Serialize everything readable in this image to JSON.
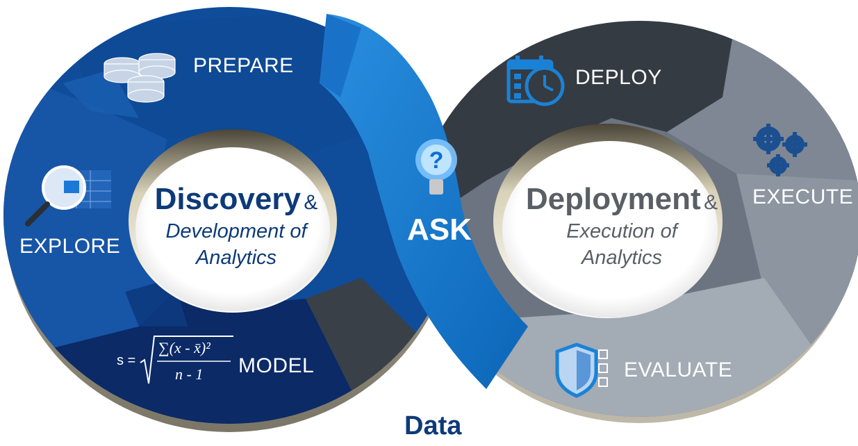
{
  "colors": {
    "discovery_dark": "#0b2a66",
    "discovery_mid": "#0f4c9a",
    "discovery_light": "#1c63b8",
    "ask_blue": "#1a82d6",
    "deploy_dark": "#353b42",
    "deploy_mid": "#6b7480",
    "deploy_light": "#9aa3ae",
    "title_blue": "#0d3a78",
    "title_gray": "#5a5f66"
  },
  "left_loop": {
    "title": "Discovery",
    "amp": "&",
    "subtitle_line1": "Development of",
    "subtitle_line2": "Analytics",
    "stages": {
      "prepare": "PREPARE",
      "explore": "EXPLORE",
      "model": "MODEL"
    }
  },
  "right_loop": {
    "title": "Deployment",
    "amp": "&",
    "subtitle_line1": "Execution of",
    "subtitle_line2": "Analytics",
    "stages": {
      "deploy": "DEPLOY",
      "execute": "EXECUTE",
      "evaluate": "EVALUATE"
    }
  },
  "center": {
    "ask": "ASK"
  },
  "formula": {
    "lhs": "s =",
    "numerator": "∑(x - x̄)²",
    "denominator": "n - 1"
  },
  "footer": {
    "data_label": "Data"
  },
  "icons": {
    "prepare": "database-icon",
    "explore": "magnifier-grid-icon",
    "deploy": "calendar-clock-icon",
    "execute": "gears-icon",
    "evaluate": "shield-checklist-icon",
    "ask": "lightbulb-question-icon"
  }
}
